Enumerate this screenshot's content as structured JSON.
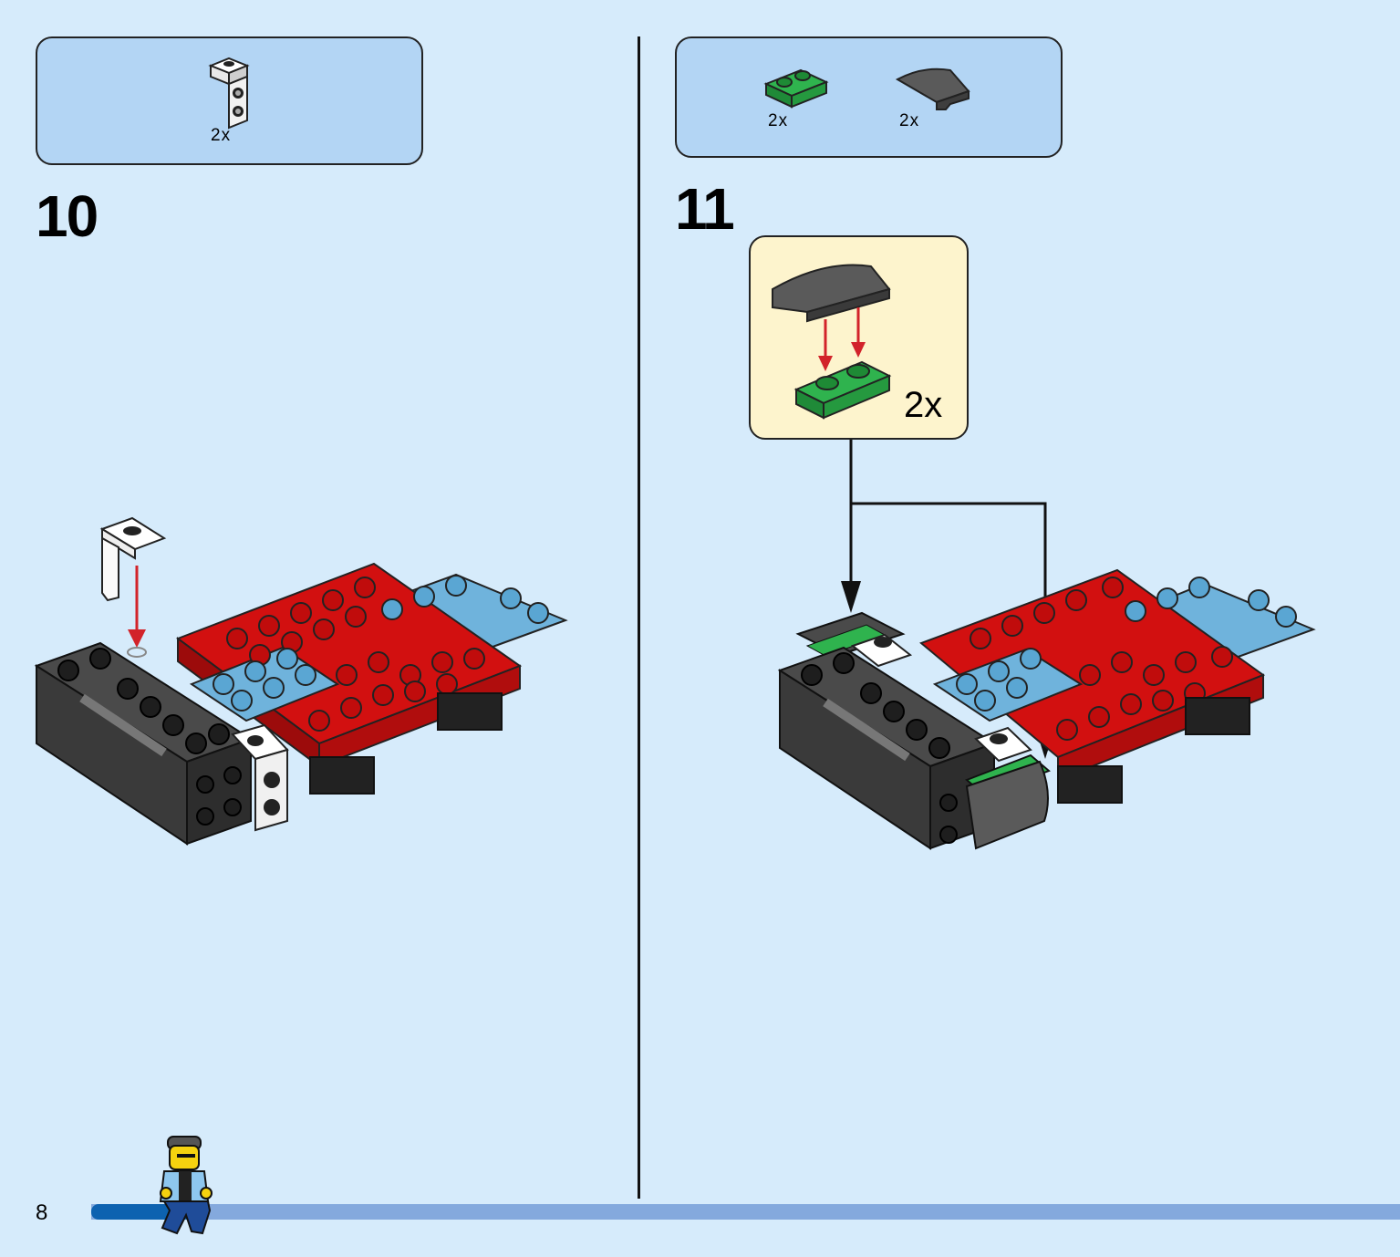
{
  "page": {
    "number": "8",
    "progress": 0.085
  },
  "steps": [
    {
      "number": "10",
      "parts": [
        {
          "icon": "white-bracket-piece",
          "qty": "2x"
        }
      ]
    },
    {
      "number": "11",
      "parts": [
        {
          "icon": "green-plate-1x2",
          "qty": "2x"
        },
        {
          "icon": "dark-gray-curved-slope",
          "qty": "2x"
        }
      ],
      "subassembly": {
        "qty": "2x"
      }
    }
  ],
  "colors": {
    "background": "#d6ebfb",
    "parts_box": "#b3d5f4",
    "callout": "#fdf4cd",
    "red_brick": "#d21010",
    "blue_brick": "#6fb3dc",
    "dark_brick": "#3d3d3d",
    "progress_done": "#0d62b0",
    "progress_track": "#84a9dd"
  }
}
